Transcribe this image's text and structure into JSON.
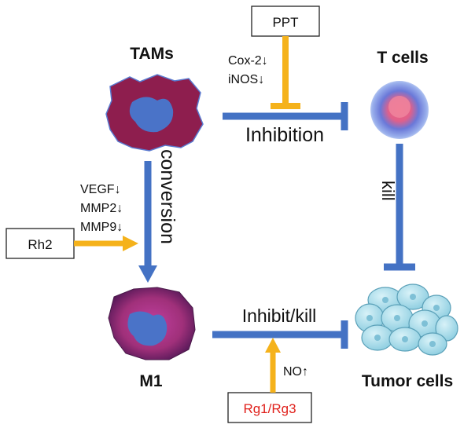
{
  "labels": {
    "tams": "TAMs",
    "t_cells": "T cells",
    "m1": "M1",
    "tumor_cells": "Tumor cells",
    "conversion": "conversion",
    "inhibition": "Inhibition",
    "kill": "kill",
    "inhibit_kill": "Inhibit/kill"
  },
  "agents": {
    "ppt": "PPT",
    "rh2": "Rh2",
    "rg1_rg3": "Rg1/Rg3"
  },
  "markers": {
    "cox2": "Cox-2↓",
    "inos": "iNOS↓",
    "vegf": "VEGF↓",
    "mmp2": "MMP2↓",
    "mmp9": "MMP9↓",
    "no": "NO↑"
  },
  "colors": {
    "pathway_blue": "#4472C4",
    "drug_yellow": "#F5B21B",
    "rg_red": "#E0201B",
    "tam_cell": "#8E1E4E",
    "m1_cell": "#A0307A",
    "nucleus": "#4A73C8",
    "tumor_cell": "#A8DCE8"
  }
}
